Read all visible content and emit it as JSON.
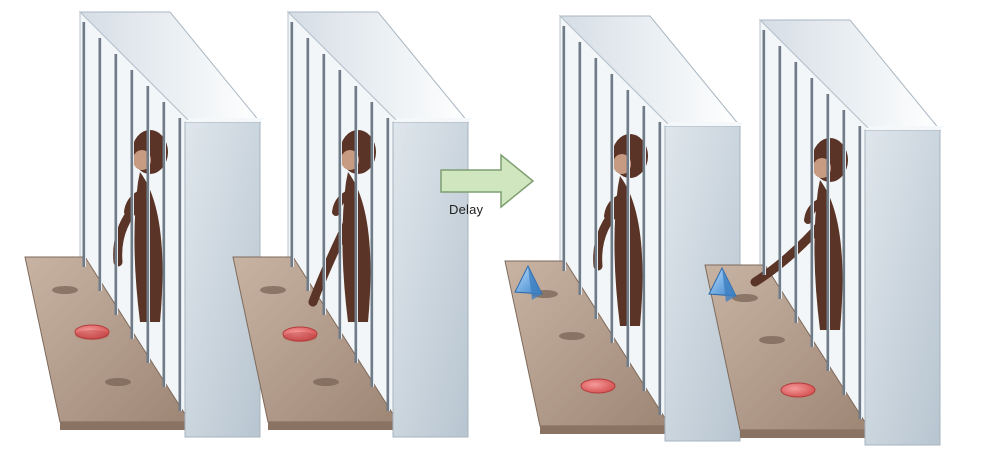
{
  "arrow": {
    "label": "Delay",
    "fill_color": "#cfe6bf",
    "stroke_color": "#7f9e72"
  },
  "panels": [
    {
      "id": 1,
      "phase": "sample",
      "stimulus": "red-disk",
      "disk_wells_visible": 2
    },
    {
      "id": 2,
      "phase": "sample",
      "stimulus": "red-disk",
      "action": "monkey-displaces-disk"
    },
    {
      "id": 3,
      "phase": "choice",
      "stimuli": [
        "blue-pyramid",
        "red-disk"
      ]
    },
    {
      "id": 4,
      "phase": "choice",
      "stimuli": [
        "blue-pyramid",
        "red-disk"
      ],
      "action": "monkey-reaches-pyramid"
    }
  ],
  "colors": {
    "wall": "#eef1f4",
    "wall_shade": "#c9d3dc",
    "bars": "#8a96a0",
    "tray": "#b39c8a",
    "monkey": "#5a3426",
    "disk": "#e06060",
    "pyramid": "#5aa0e0"
  }
}
